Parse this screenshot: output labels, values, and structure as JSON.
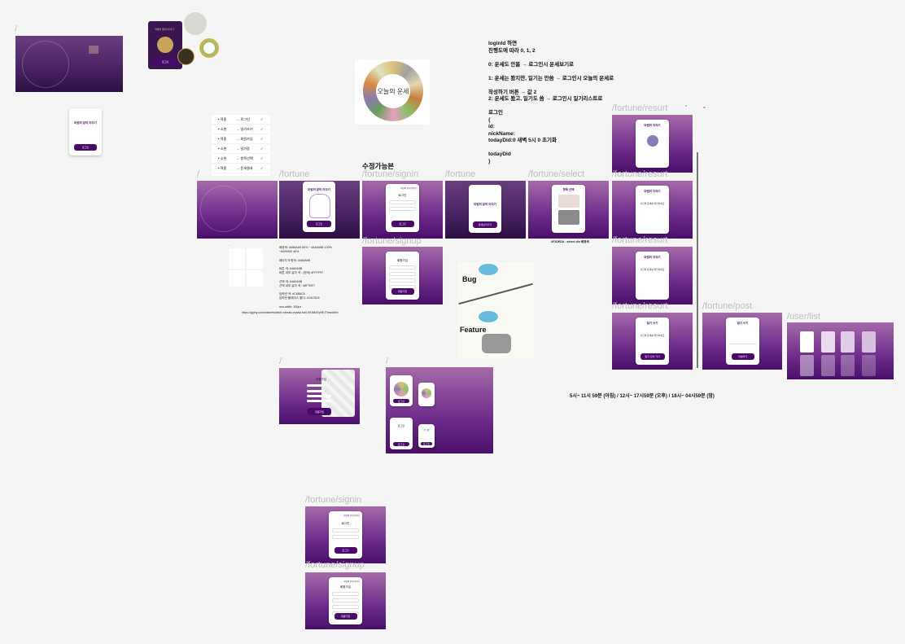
{
  "canvas": {
    "background": "#f5f5f5",
    "accent": "#4a0a6b",
    "gradient_top": "#a56aa9",
    "gradient_bottom": "#4a0f6b"
  },
  "frame_labels": {
    "root1": "/",
    "root2": "/",
    "root3": "/",
    "root4": "/",
    "fortune1": "/fortune",
    "fortune2": "/fortune",
    "signin1": "/fortune/signin",
    "signup1": "/fortune/signup",
    "select": "/fortune/select",
    "resurt1": "/fortune/resurt",
    "resurt2": "/fortune/resurt",
    "resurt3": "/fortune/resurt",
    "resurt4": "/fortune/resurt",
    "post": "/fortune/post",
    "userlist": "/user/list",
    "signin2": "/fortune/signin",
    "signup2": "/fortune/signup"
  },
  "heading_editable": "수정가능본",
  "notes": {
    "login_logic": "loginId 하면\n진행도에 따라 0, 1, 2\n\n0: 운세도 안봄 → 로그인시 운세보기로\n\n1: 운세는 봤지만, 일기는 안씀 → 로그인시 오늘의 운세로\n\n작성하기 버튼 → 값 2\n2: 운세도 봤고, 일기도 씀 → 로그인시 일기리스트로\n\n로그인\n{\nid:\nnickName:\ntodayDid:0 새벽 5시 0 초기화\n\ntodayDid\n}",
    "time_ranges": "5시~ 11시 59분 (아침) / 12시~ 17시59분 (오후) / 18시~ 04시59분 (밤)",
    "color_spec": "배경색: #A56AA9 80% ~ #4A0A6B 100%\n~#000000 40%\n\n페이지 도형색: #4A0A6B\n\n버튼 색: #4A0A6B\n버튼 내부 글자 색 : (흰색) #FFFFFF\n\n선택 색: #4A0A6B\n선택 내부 글자 색 : #8F7BF7\n\n입력란 색: #C6B6C6\n입력란 플레이스 홀더: #C8C5C8\n\nmin-width: 300px",
    "link": "https://giphy.com/stickers/witch-nebula-crystal-ball-XKAB4Sp9EJ7wwx8rhx",
    "select_caption": "#F2DEDA : select div 배경색"
  },
  "checklist": [
    {
      "who": "• 혁중",
      "task": "→ 로그인",
      "done": "✓"
    },
    {
      "who": "• 소현",
      "task": "→ 일기쓰기",
      "done": "✓"
    },
    {
      "who": "• 혁중",
      "task": "→ 회원가입",
      "done": "✓"
    },
    {
      "who": "• 소현",
      "task": "→ 일기장",
      "done": "✓"
    },
    {
      "who": "• 소현",
      "task": "→ 항목선택",
      "done": "✓"
    },
    {
      "who": "• 혁중",
      "task": "→ 운세결과",
      "done": "✓"
    }
  ],
  "logo_text": "오늘의 운세",
  "meme": {
    "top": "Bug",
    "bottom": "Feature"
  },
  "screens": {
    "app_title": "마법의 말의 이야기",
    "login_btn": "로그인",
    "signin_title": "로그인",
    "signup_title": "회원가입",
    "fortune_btn": "운세보러가기",
    "select_title": "항목 선택",
    "result_title": "마법의 이야기",
    "result_text": "지금의 운세를 확인하세요",
    "diary_btn": "일기 쓰러 가기",
    "post_title": "일기 쓰기",
    "post_btn": "작성하기",
    "brand": "마법의 운세 이야기",
    "dup_btn": "중복확인"
  },
  "misc": {
    "dots": "...",
    "small_a": "v",
    "small_b": "w"
  }
}
